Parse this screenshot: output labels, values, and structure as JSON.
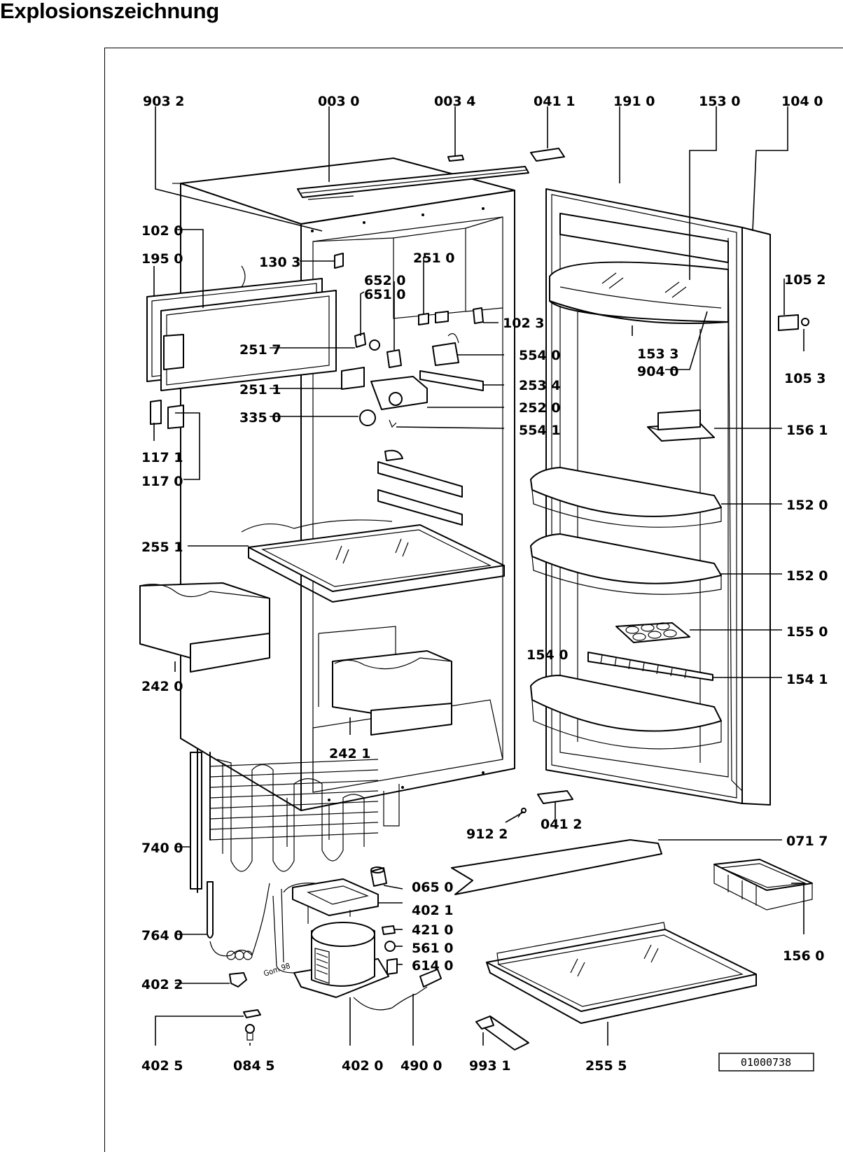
{
  "page": {
    "title": "Explosionszeichnung",
    "doc_number": "01000738",
    "artist_mark": "Gom.98"
  },
  "labels": {
    "l9032": "903 2",
    "l0030": "003 0",
    "l0034": "003 4",
    "l0411": "041 1",
    "l1910": "191 0",
    "l1530": "153 0",
    "l1040": "104 0",
    "l1020": "102 0",
    "l1950": "195 0",
    "l1303": "130 3",
    "l2510": "251 0",
    "l6520": "652 0",
    "l6510": "651 0",
    "l1023": "102 3",
    "l1052": "105 2",
    "l2517": "251 7",
    "l5540": "554 0",
    "l1533": "153 3",
    "l9040": "904 0",
    "l1053": "105 3",
    "l2511": "251 1",
    "l2534": "253 4",
    "l2520": "252 0",
    "l3350": "335 0",
    "l5541": "554 1",
    "l1561": "156 1",
    "l1171": "117 1",
    "l1170": "117 0",
    "l1520a": "152 0",
    "l2551": "255 1",
    "l1520b": "152 0",
    "l1550": "155 0",
    "l2420": "242 0",
    "l1540": "154 0",
    "l1541": "154 1",
    "l2421": "242 1",
    "l9122": "912 2",
    "l0412": "041 2",
    "l0717": "071 7",
    "l7400": "740 0",
    "l0650": "065 0",
    "l4021": "402 1",
    "l7640": "764 0",
    "l4210": "421 0",
    "l5610": "561 0",
    "l6140": "614 0",
    "l1560": "156 0",
    "l4022": "402 2",
    "l4025": "402 5",
    "l0845": "084 5",
    "l4020": "402 0",
    "l4900": "490 0",
    "l9931": "993 1",
    "l2555": "255 5"
  }
}
